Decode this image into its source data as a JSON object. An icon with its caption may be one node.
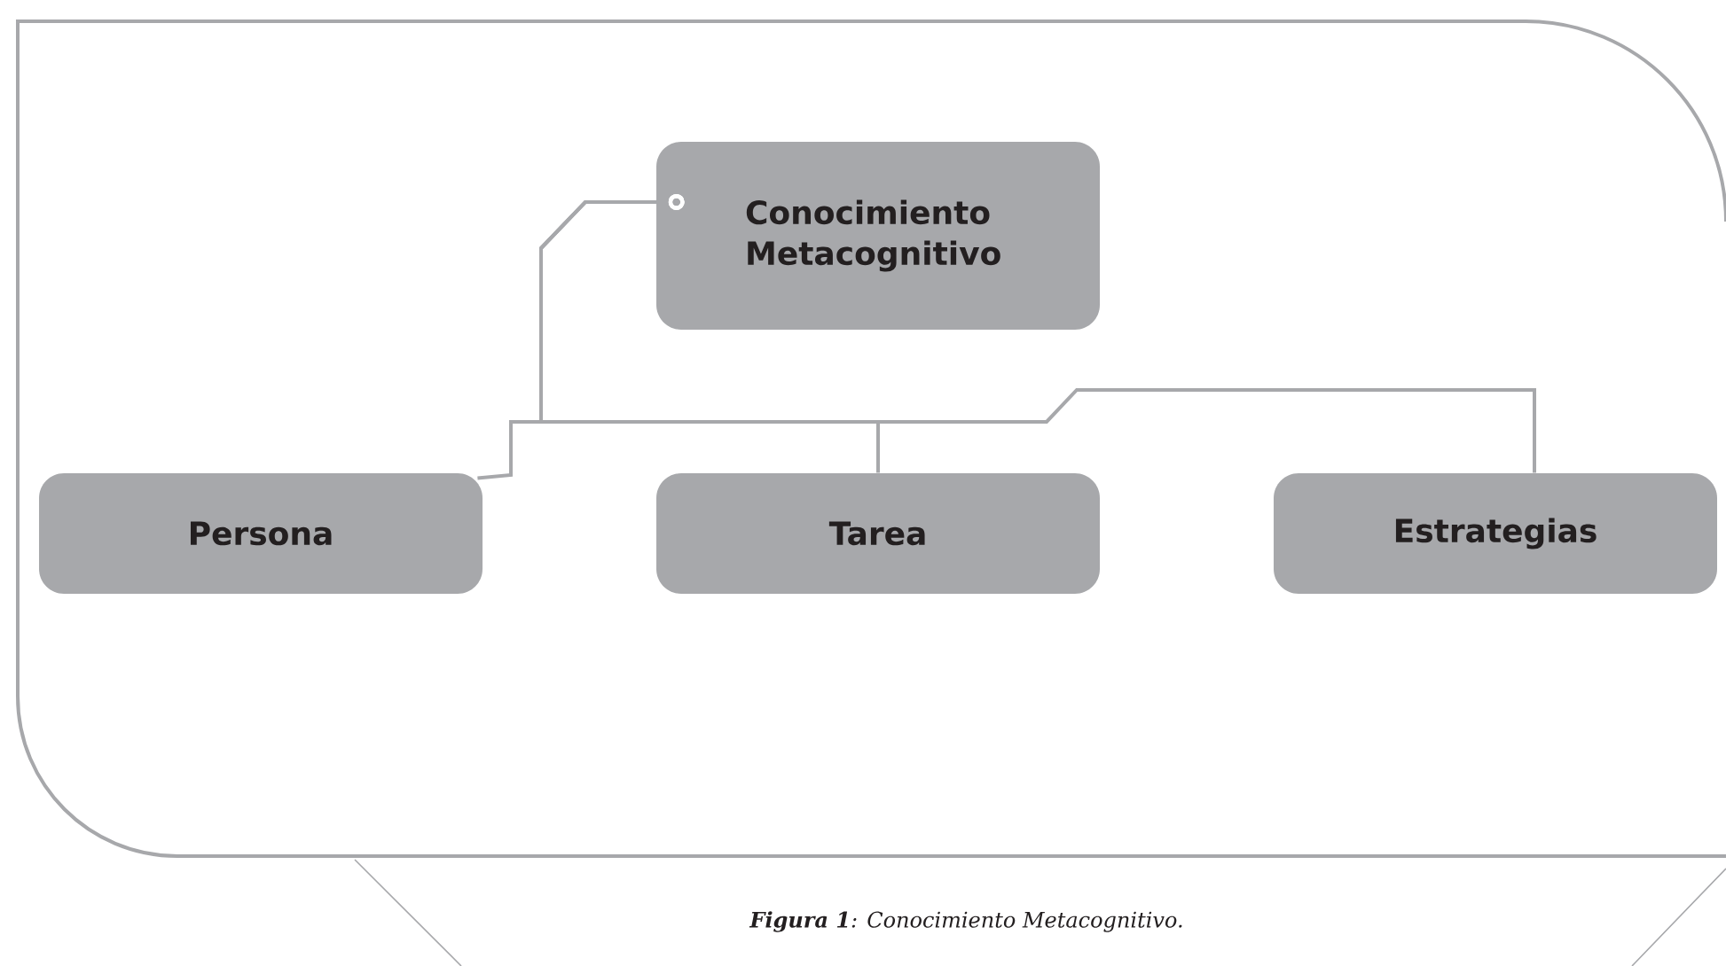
{
  "diagram": {
    "caption": "**Figura 1**: Conocimiento Metacognitivo.",
    "nodes": [
      {
        "text": [
          "Conocimiento Metacognitivo"
        ]
      },
      {
        "text": [
          "Persona"
        ]
      },
      {
        "text": [
          "Tarea"
        ]
      },
      {
        "text": [
          "Estrategias"
        ]
      }
    ],
    "edges": [
      {
        "from": 0,
        "to": 1,
        "arrow": "other"
      },
      {
        "from": 0,
        "to": 2,
        "arrow": "other"
      },
      {
        "from": 0,
        "to": 3,
        "arrow": "other"
      }
    ]
  }
}
